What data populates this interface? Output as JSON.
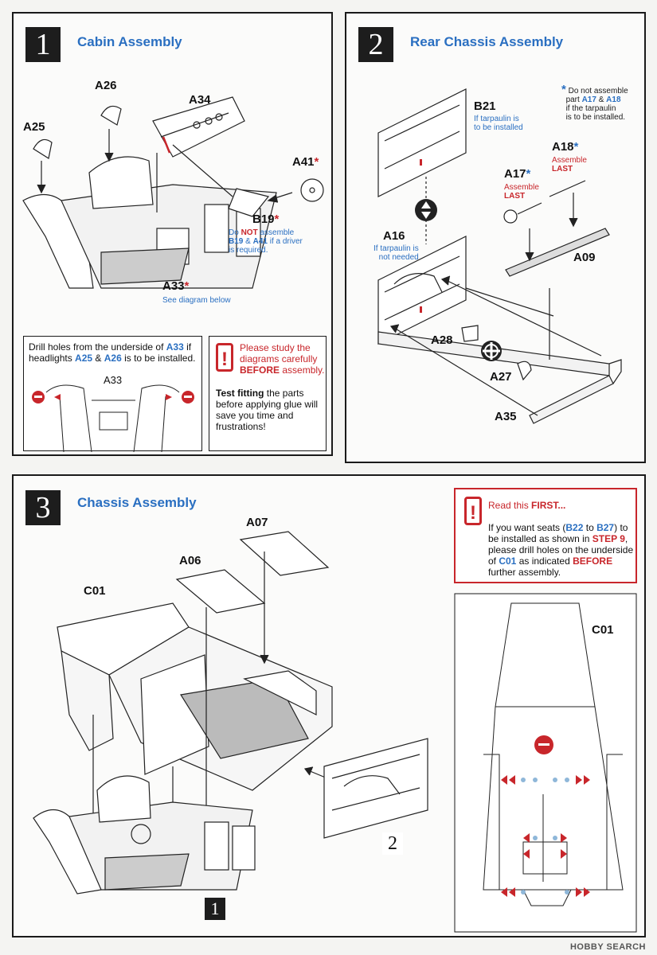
{
  "step1": {
    "number": "1",
    "title": "Cabin Assembly",
    "parts": {
      "a26": "A26",
      "a34": "A34",
      "a25": "A25",
      "a41": "A41",
      "b19": "B19",
      "a33": "A33"
    },
    "star": "*",
    "b19_note": {
      "l1": "Do ",
      "not": "NOT",
      "l1b": " assemble",
      "b19": "B19",
      "amp": " & ",
      "a41": "A41",
      "l2b": " if a driver",
      "l3": "is required."
    },
    "a33_note": "See diagram below",
    "drill_note": {
      "l1": "Drill holes from the underside of ",
      "a33": "A33",
      "l1b": " if",
      "l2": "headlights ",
      "a25": "A25",
      "amp": " & ",
      "a26": "A26",
      "l2b": " is to be installed."
    },
    "drill_label": "A33",
    "warn": {
      "icon": "!",
      "l1": "Please study the",
      "l2": "diagrams carefully",
      "l3": "BEFORE",
      "l3b": " assembly."
    },
    "tip": {
      "l1a": "Test fitting",
      "l1b": " the parts",
      "l2": "before applying glue will",
      "l3": "save you time and",
      "l4": "frustrations!"
    }
  },
  "step2": {
    "number": "2",
    "title": "Rear Chassis Assembly",
    "parts": {
      "b21": "B21",
      "a18": "A18",
      "a17": "A17",
      "a16": "A16",
      "a09": "A09",
      "a28": "A28",
      "a27": "A27",
      "a35": "A35"
    },
    "star": "*",
    "top_note": {
      "l1": "Do not assemble",
      "l2": "part ",
      "a17": "A17",
      "amp": " & ",
      "a18": "A18",
      "l3": "if the tarpaulin",
      "l4": "is to be installed."
    },
    "b21_note": {
      "l1": "If tarpaulin is",
      "l2": "to be installed"
    },
    "a16_note": {
      "l1": "If tarpaulin is",
      "l2": "not needed"
    },
    "assemble_last": {
      "l1": "Assemble",
      "l2": "LAST"
    }
  },
  "step3": {
    "number": "3",
    "title": "Chassis Assembly",
    "parts": {
      "a07": "A07",
      "a06": "A06",
      "c01": "C01",
      "c01b": "C01"
    },
    "callouts": {
      "one": "1",
      "two": "2"
    },
    "read_first": {
      "icon": "!",
      "l1a": "Read this ",
      "l1b": "FIRST...",
      "l2a": "If you want seats (",
      "b22": "B22",
      "to": " to ",
      "b27": "B27",
      "l2b": ") to",
      "l3a": "be installed as shown in ",
      "step9": "STEP 9",
      ",": ",",
      "l4": "please drill holes on the underside",
      "l5a": "of ",
      "c01": "C01",
      "l5b": " as indicated ",
      "before": "BEFORE",
      "l6": "further assembly."
    }
  },
  "watermark": "HOBBY SEARCH",
  "colors": {
    "accent_blue": "#2a6fc1",
    "accent_red": "#c8262b",
    "ink": "#1a1a1a"
  }
}
